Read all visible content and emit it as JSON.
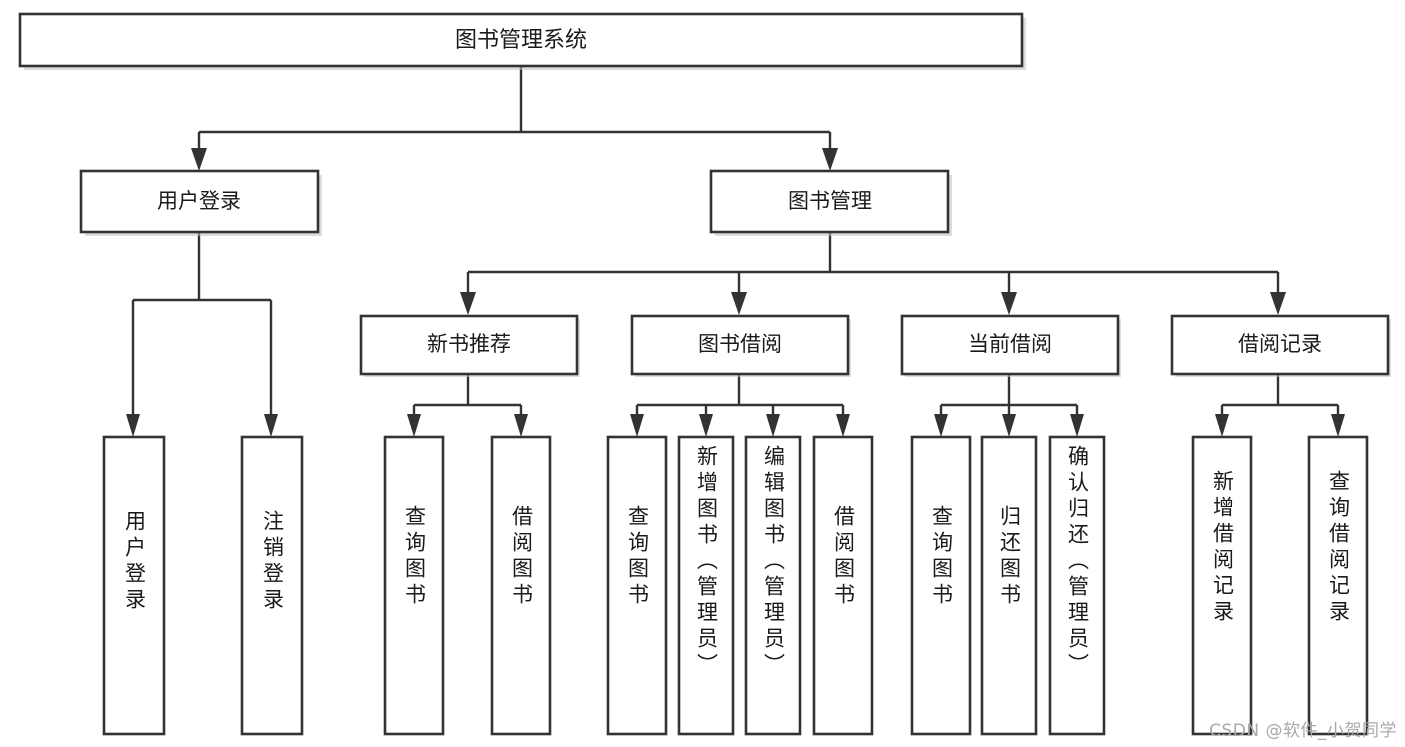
{
  "diagram": {
    "title": "图书管理系统",
    "type": "tree-hierarchy",
    "orientation": "top-down",
    "watermark": "CSDN @软件_小贺同学",
    "colors": {
      "background": "#ffffff",
      "box_fill": "#ffffff",
      "box_stroke": "#333333",
      "connector": "#333333",
      "text": "#1a1a1a",
      "watermark": "#a9a9a9"
    },
    "levels": {
      "root": {
        "label": "图书管理系统"
      },
      "level2": [
        {
          "id": "user-login",
          "label": "用户登录"
        },
        {
          "id": "book-management",
          "label": "图书管理"
        }
      ],
      "level3": [
        {
          "id": "new-book-recommend",
          "label": "新书推荐",
          "parent": "book-management"
        },
        {
          "id": "book-borrow",
          "label": "图书借阅",
          "parent": "book-management"
        },
        {
          "id": "current-borrow",
          "label": "当前借阅",
          "parent": "book-management"
        },
        {
          "id": "borrow-record",
          "label": "借阅记录",
          "parent": "book-management"
        }
      ],
      "leaves": [
        {
          "id": "leaf-user-login",
          "label": "用户登录",
          "parent": "user-login"
        },
        {
          "id": "leaf-logout-login",
          "label": "注销登录",
          "parent": "user-login"
        },
        {
          "id": "leaf-query-book-1",
          "label": "查询图书",
          "parent": "new-book-recommend"
        },
        {
          "id": "leaf-borrow-book-1",
          "label": "借阅图书",
          "parent": "new-book-recommend"
        },
        {
          "id": "leaf-query-book-2",
          "label": "查询图书",
          "parent": "book-borrow"
        },
        {
          "id": "leaf-add-book",
          "label": "新增图书（管理员）",
          "parent": "book-borrow"
        },
        {
          "id": "leaf-edit-book",
          "label": "编辑图书（管理员）",
          "parent": "book-borrow"
        },
        {
          "id": "leaf-borrow-book-2",
          "label": "借阅图书",
          "parent": "book-borrow"
        },
        {
          "id": "leaf-query-book-3",
          "label": "查询图书",
          "parent": "current-borrow"
        },
        {
          "id": "leaf-return-book",
          "label": "归还图书",
          "parent": "current-borrow"
        },
        {
          "id": "leaf-confirm-return",
          "label": "确认归还（管理员）",
          "parent": "current-borrow"
        },
        {
          "id": "leaf-add-record",
          "label": "新增借阅记录",
          "parent": "borrow-record"
        },
        {
          "id": "leaf-query-record",
          "label": "查询借阅记录",
          "parent": "borrow-record"
        }
      ]
    }
  }
}
